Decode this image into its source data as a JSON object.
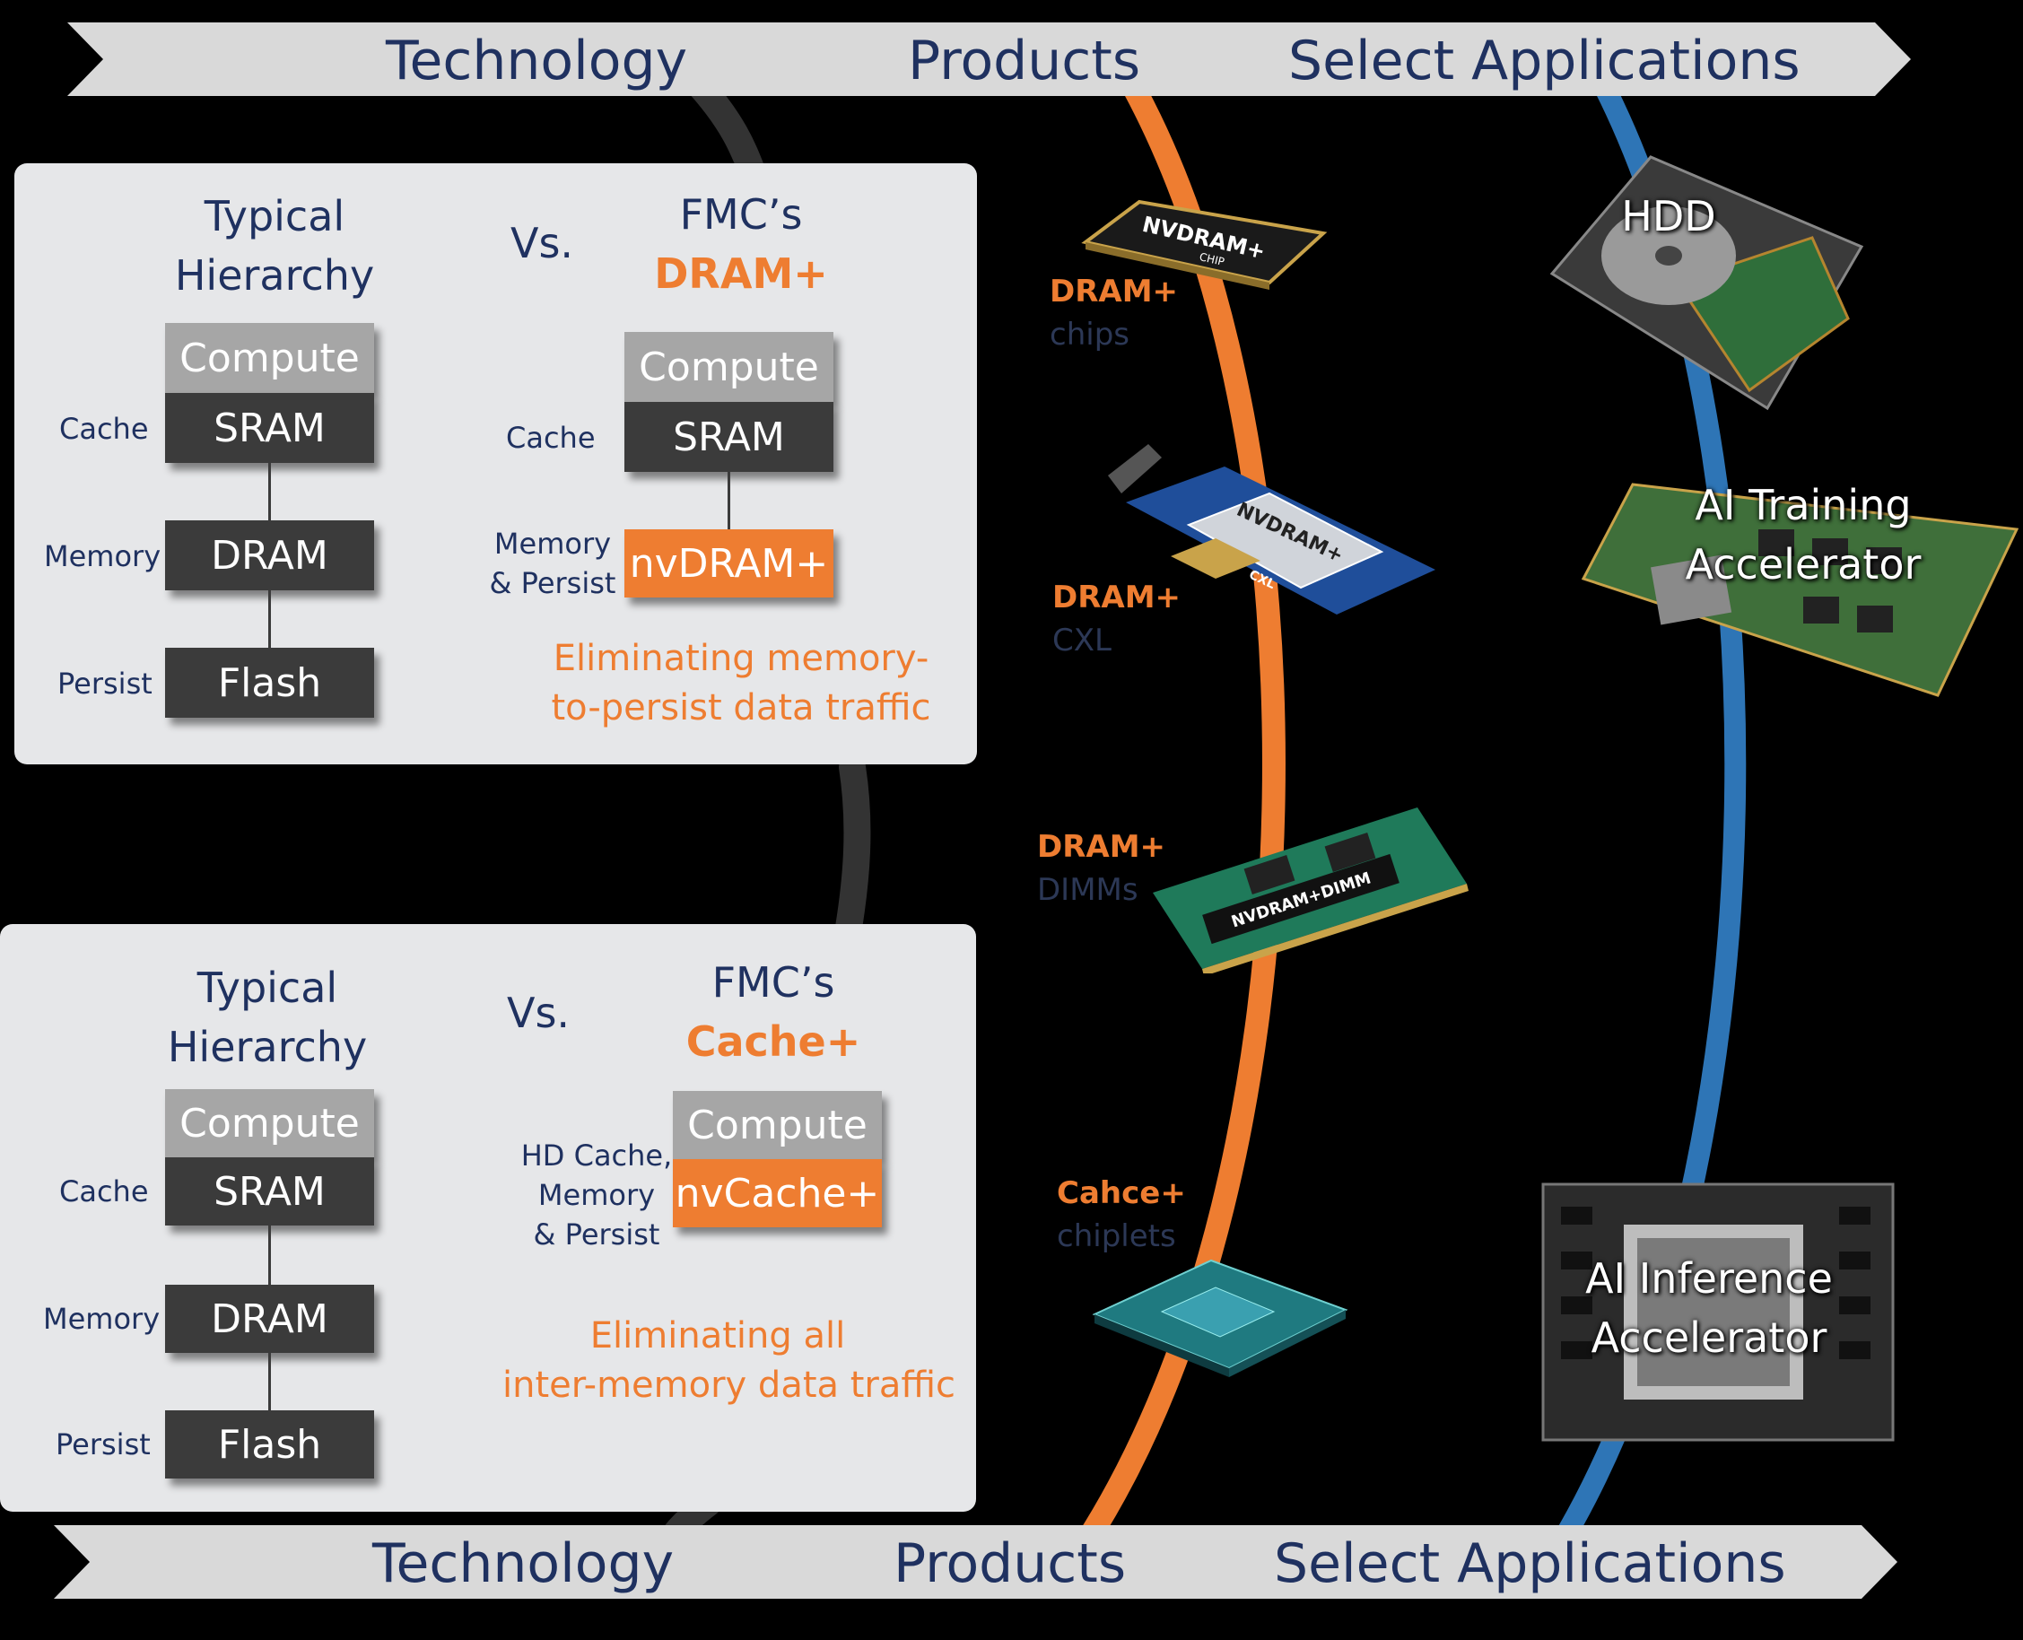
{
  "banner_top": {
    "technology": "Technology",
    "products": "Products",
    "applications": "Select Applications"
  },
  "banner_bottom": {
    "technology": "Technology",
    "products": "Products",
    "applications": "Select Applications"
  },
  "panel_dram": {
    "typical_line1": "Typical",
    "typical_line2": "Hierarchy",
    "vs": "Vs.",
    "fmc_line1": "FMC’s",
    "fmc_line2": "DRAM+",
    "left": {
      "compute": "Compute",
      "sram": "SRAM",
      "dram": "DRAM",
      "flash": "Flash",
      "cache_label": "Cache",
      "memory_label": "Memory",
      "persist_label": "Persist"
    },
    "right": {
      "compute": "Compute",
      "sram": "SRAM",
      "nv": "nvDRAM+",
      "cache_label": "Cache",
      "memory_label_1": "Memory",
      "memory_label_2": "& Persist"
    },
    "note_line1": "Eliminating memory-",
    "note_line2": "to-persist data traffic"
  },
  "panel_cache": {
    "typical_line1": "Typical",
    "typical_line2": "Hierarchy",
    "vs": "Vs.",
    "fmc_line1": "FMC’s",
    "fmc_line2": "Cache+",
    "left": {
      "compute": "Compute",
      "sram": "SRAM",
      "dram": "DRAM",
      "flash": "Flash",
      "cache_label": "Cache",
      "memory_label": "Memory",
      "persist_label": "Persist"
    },
    "right": {
      "compute": "Compute",
      "nv": "nvCache+",
      "label_1": "HD Cache,",
      "label_2": "Memory",
      "label_3": "& Persist"
    },
    "note_line1": "Eliminating all",
    "note_line2": "inter-memory data traffic"
  },
  "products": [
    {
      "line1": "DRAM+",
      "line2": "chips",
      "image_text_1": "NVDRAM+",
      "image_text_2": "CHIP"
    },
    {
      "line1": "DRAM+",
      "line2": "CXL",
      "image_text_1": "NVDRAM+",
      "image_text_2": "CXL"
    },
    {
      "line1": "DRAM+",
      "line2": "DIMMs",
      "image_text_1": "NVDRAM+DIMM"
    },
    {
      "line1": "Cahce+",
      "line2": "chiplets"
    }
  ],
  "applications": [
    {
      "line1": "HDD"
    },
    {
      "line1": "AI Training",
      "line2": "Accelerator"
    },
    {
      "line1": "AI Inference",
      "line2": "Accelerator"
    }
  ],
  "colors": {
    "navy": "#1f3160",
    "orange": "#ee7d31",
    "dark_box": "#3b3b3b",
    "gray_box": "#a6a6a6",
    "panel": "#e6e7e9",
    "banner": "#d9d9d9",
    "blue_curve": "#2e75b6",
    "background": "#000000"
  }
}
